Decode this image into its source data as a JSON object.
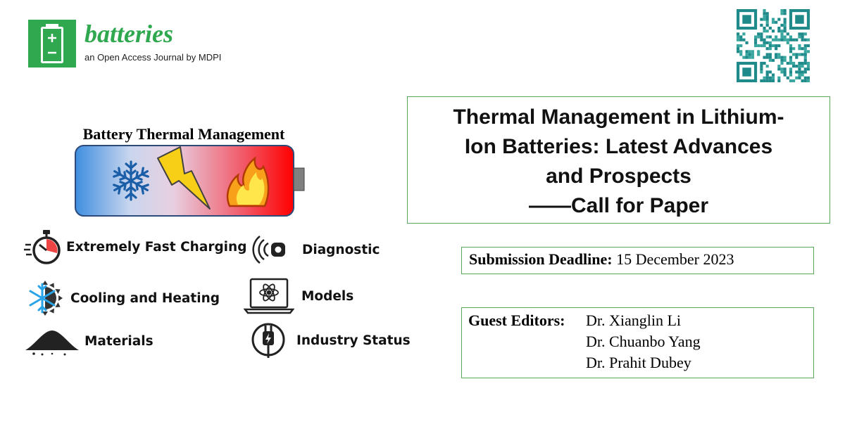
{
  "journal": {
    "name": "batteries",
    "tagline": "an Open Access Journal by MDPI",
    "brand_color": "#2fa84f",
    "logo_icon": "battery-plus-minus-icon"
  },
  "qr": {
    "icon": "qr-code-icon"
  },
  "section": {
    "heading": "Battery Thermal Management",
    "graphic_icons": [
      "snowflake-icon",
      "lightning-bolt-icon",
      "flame-icon"
    ],
    "gradient_colors": [
      "#3f8ee0",
      "#ff0000"
    ]
  },
  "topics": [
    {
      "label": "Extremely Fast Charging",
      "icon": "stopwatch-icon"
    },
    {
      "label": "Diagnostic",
      "icon": "signal-waves-icon"
    },
    {
      "label": "Cooling and Heating",
      "icon": "snow-sun-icon"
    },
    {
      "label": "Models",
      "icon": "laptop-atom-icon"
    },
    {
      "label": "Materials",
      "icon": "powder-pile-icon"
    },
    {
      "label": "Industry Status",
      "icon": "power-plug-icon"
    }
  ],
  "special_issue": {
    "title_line_1": "Thermal Management in Lithium-",
    "title_line_2": "Ion Batteries: Latest Advances",
    "title_line_3": "and Prospects",
    "title_line_4": "——Call for Paper",
    "border_color": "#5aa55a"
  },
  "deadline": {
    "label": "Submission Deadline:",
    "value": "15 December 2023"
  },
  "editors": {
    "label": "Guest Editors:",
    "names": [
      "Dr. Xianglin Li",
      "Dr. Chuanbo Yang",
      "Dr. Prahit Dubey"
    ]
  }
}
